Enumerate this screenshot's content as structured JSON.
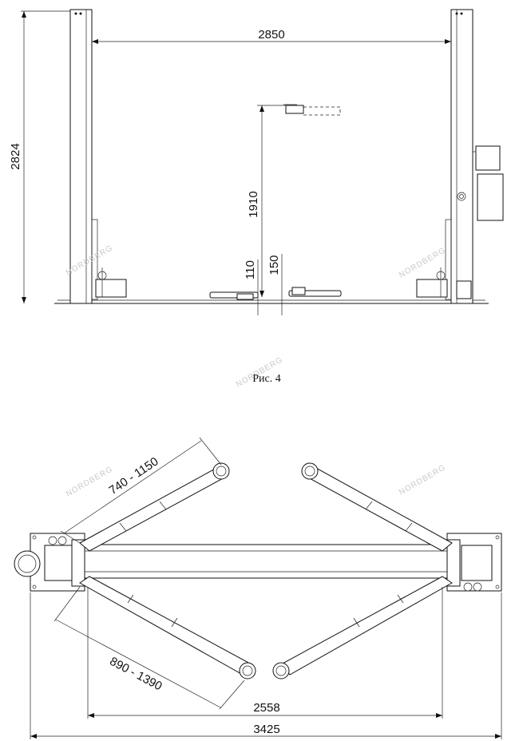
{
  "figure_caption": "Рис. 4",
  "watermark": "NORDBERG",
  "front_view": {
    "dim_width": "2850",
    "dim_height": "2824",
    "dim_lift": "1910",
    "dim_low1": "110",
    "dim_low2": "150"
  },
  "top_view": {
    "dim_short_arm": "740 - 1150",
    "dim_long_arm": "890 - 1390",
    "dim_inner": "2558",
    "dim_outer": "3425"
  }
}
